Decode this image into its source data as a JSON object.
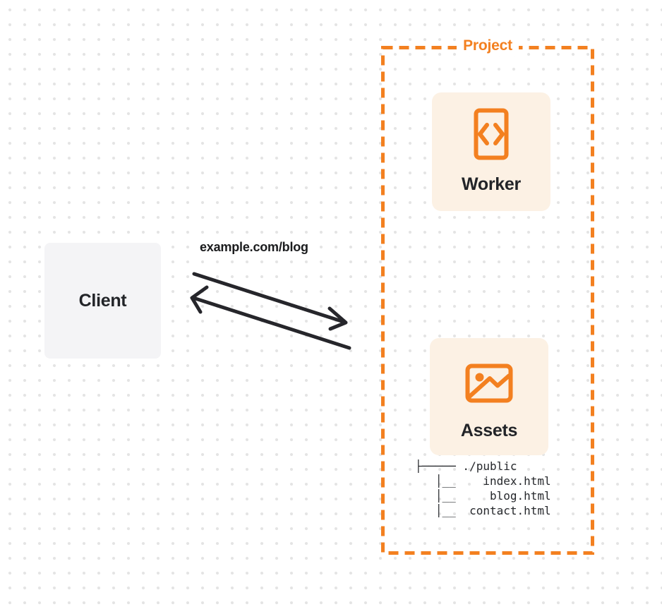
{
  "client": {
    "label": "Client"
  },
  "request": {
    "label": "example.com/blog"
  },
  "project": {
    "label": "Project",
    "worker": {
      "label": "Worker",
      "icon": "code-file-icon"
    },
    "assets": {
      "label": "Assets",
      "icon": "image-icon",
      "file_tree": [
        "├───── ./public",
        "   │__    index.html",
        "   │__     blog.html",
        "   │__  contact.html"
      ]
    }
  },
  "colors": {
    "accent": "#F38020",
    "card_background": "#FCF1E4",
    "client_background": "#F4F4F6",
    "text_dark": "#222428",
    "dot_grid": "#E4E4E4"
  }
}
